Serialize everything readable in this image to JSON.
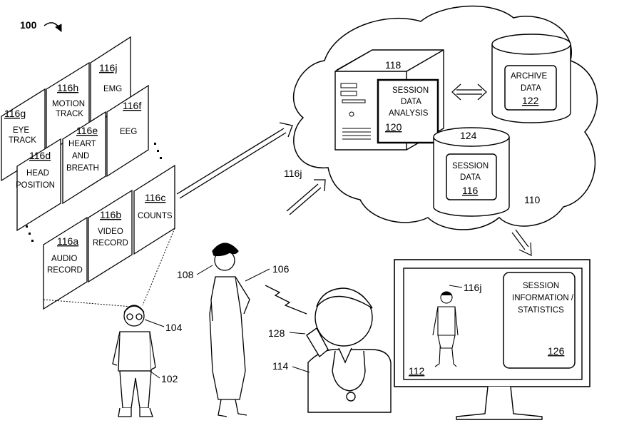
{
  "figure_ref": "100",
  "panels": {
    "p116j": {
      "ref": "116j",
      "lines": [
        "EMG"
      ]
    },
    "p116h": {
      "ref": "116h",
      "lines": [
        "MOTION",
        "TRACK"
      ]
    },
    "p116g": {
      "ref": "116g",
      "lines": [
        "EYE",
        "TRACK"
      ]
    },
    "p116f": {
      "ref": "116f",
      "lines": [
        "EEG"
      ]
    },
    "p116e": {
      "ref": "116e",
      "lines": [
        "HEART",
        "AND",
        "BREATH"
      ]
    },
    "p116d": {
      "ref": "116d",
      "lines": [
        "HEAD",
        "POSITION"
      ]
    },
    "p116c": {
      "ref": "116c",
      "lines": [
        "COUNTS"
      ]
    },
    "p116b": {
      "ref": "116b",
      "lines": [
        "VIDEO",
        "RECORD"
      ]
    },
    "p116a": {
      "ref": "116a",
      "lines": [
        "AUDIO",
        "RECORD"
      ]
    }
  },
  "server": {
    "ref": "118",
    "lines": [
      "SESSION",
      "DATA",
      "ANALYSIS"
    ],
    "sub_ref": "120"
  },
  "archive": {
    "lines": [
      "ARCHIVE",
      "DATA"
    ],
    "ref": "122"
  },
  "session_db": {
    "top_ref": "124",
    "lines": [
      "SESSION",
      "DATA"
    ],
    "ref": "116"
  },
  "cloud_ref": "110",
  "upload_arrow_ref": "116j",
  "monitor": {
    "child_ref": "116j",
    "info_lines": [
      "SESSION",
      "INFORMATION /",
      "STATISTICS"
    ],
    "info_ref": "126",
    "screen_ref": "112"
  },
  "people": {
    "child": "104",
    "child_body": "102",
    "caregiver": "108",
    "caregiver_body": "106",
    "clinician": "114",
    "phone": "128"
  }
}
